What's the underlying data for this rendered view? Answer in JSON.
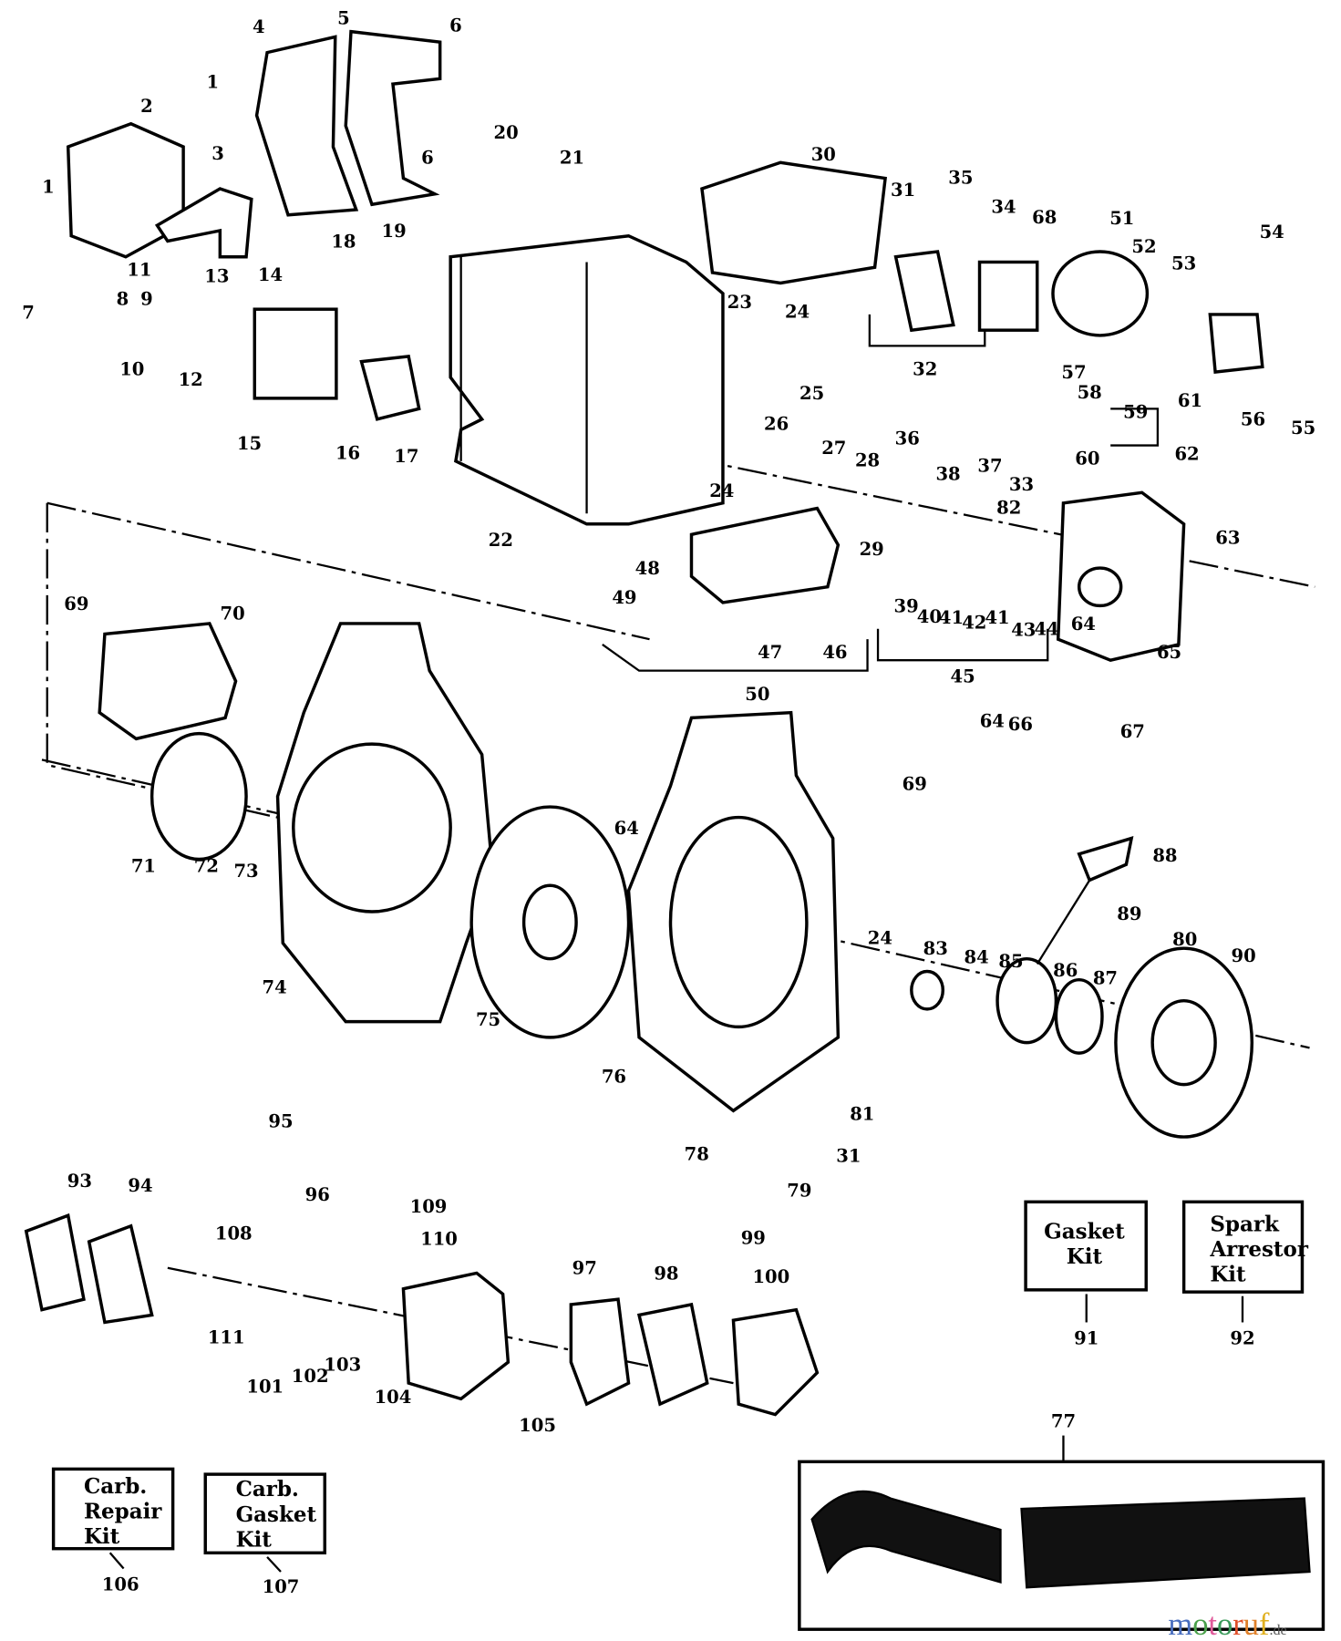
{
  "labels": [
    "1",
    "1",
    "2",
    "3",
    "4",
    "5",
    "6",
    "6",
    "7",
    "8",
    "9",
    "10",
    "11",
    "12",
    "13",
    "14",
    "15",
    "16",
    "17",
    "18",
    "19",
    "20",
    "21",
    "22",
    "23",
    "24",
    "24",
    "25",
    "26",
    "27",
    "28",
    "29",
    "30",
    "31",
    "32",
    "33",
    "34",
    "35",
    "36",
    "37",
    "38",
    "39",
    "40",
    "41",
    "42",
    "41",
    "43",
    "44",
    "45",
    "46",
    "47",
    "48",
    "49",
    "50",
    "51",
    "52",
    "53",
    "54",
    "55",
    "56",
    "57",
    "58",
    "59",
    "60",
    "61",
    "62",
    "63",
    "64",
    "65",
    "64",
    "66",
    "67",
    "68",
    "69",
    "70",
    "69",
    "71",
    "72",
    "73",
    "74",
    "75",
    "76",
    "77",
    "78",
    "79",
    "80",
    "81",
    "82",
    "83",
    "84",
    "85",
    "86",
    "87",
    "88",
    "89",
    "90",
    "91",
    "92",
    "93",
    "94",
    "95",
    "96",
    "97",
    "98",
    "99",
    "100",
    "101",
    "102",
    "103",
    "104",
    "105",
    "106",
    "107",
    "108",
    "109",
    "110",
    "111",
    "24",
    "31",
    "64"
  ],
  "kits": {
    "gasket_kit": [
      "Gasket",
      "Kit"
    ],
    "spark_arrestor_kit": [
      "Spark",
      "Arrestor",
      "Kit"
    ],
    "carb_repair_kit": [
      "Carb.",
      "Repair",
      "Kit"
    ],
    "carb_gasket_kit": [
      "Carb.",
      "Gasket",
      "Kit"
    ]
  },
  "watermark": {
    "brand": "motoruf",
    "suffix": ".de",
    "colors": [
      "#4a6fc0",
      "#4aa04a",
      "#e05a9a",
      "#3a9a5a",
      "#e0502a",
      "#e0802a",
      "#e0b020"
    ]
  }
}
